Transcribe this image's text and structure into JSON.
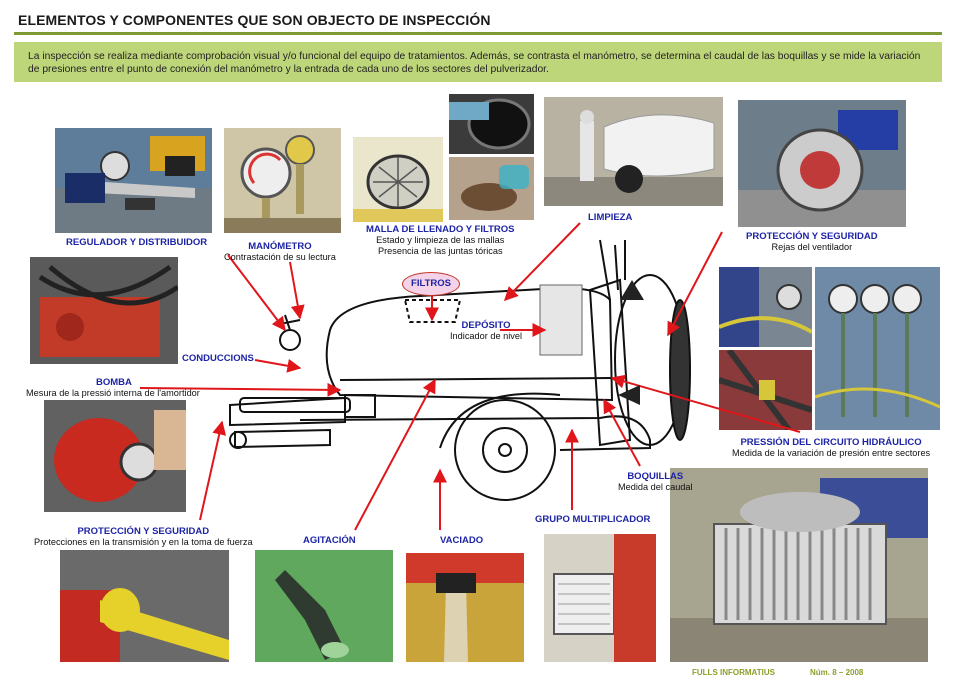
{
  "header": {
    "title": "ELEMENTOS Y COMPONENTES QUE SON OBJECTO DE INSPECCIÓN"
  },
  "intro": {
    "text": "La inspección se realiza mediante comprobación visual y/o funcional del equipo de tratamientos. Además, se contrasta el manómetro, se determina el caudal de las boquillas y se mide la variación de presiones entre el punto de conexión del  manómetro y la entrada de cada uno de los sectores del pulverizador."
  },
  "labels": {
    "regulador": {
      "title": "REGULADOR Y DISTRIBUIDOR"
    },
    "manometro": {
      "title": "MANÓMETRO",
      "desc": "Contrastación de su lectura"
    },
    "malla": {
      "title": "MALLA DE LLENADO Y FILTROS",
      "desc1": "Estado y limpieza de las mallas",
      "desc2": "Presencia de las juntas tóricas"
    },
    "limpieza": {
      "title": "LIMPIEZA"
    },
    "proteccion_vent": {
      "title": "PROTECCIÓN Y SEGURIDAD",
      "desc": "Rejas del ventilador"
    },
    "filtros": {
      "title": "FILTROS"
    },
    "deposito": {
      "title": "DEPÓSITO",
      "desc": "Indicador de nivel"
    },
    "conducciones": {
      "title": "CONDUCCIONS"
    },
    "bomba": {
      "title": "BOMBA",
      "desc": "Mesura de la pressió  interna de l'amortidor"
    },
    "presion_circuito": {
      "title": "PRESSIÓN DEL CIRCUITO HIDRÁULICO",
      "desc": "Medida de la variación de presión entre sectores"
    },
    "boquillas": {
      "title": "BOQUILLAS",
      "desc": "Medida del caudal"
    },
    "grupo": {
      "title": "GRUPO MULTIPLICADOR"
    },
    "proteccion_trans": {
      "title": "PROTECCIÓN Y SEGURIDAD",
      "desc": "Protecciones en la transmisión y en la toma de fuerza"
    },
    "agitacion": {
      "title": "AGITACIÓN"
    },
    "vaciado": {
      "title": "VACIADO"
    }
  },
  "footer": {
    "left": "FULLS INFORMATIUS",
    "right": "Núm. 8 –  2008"
  },
  "colors": {
    "accent_green": "#7f9a33",
    "intro_bg": "#bed67a",
    "label_blue": "#1e24a6",
    "arrow_red": "#e0161b"
  }
}
